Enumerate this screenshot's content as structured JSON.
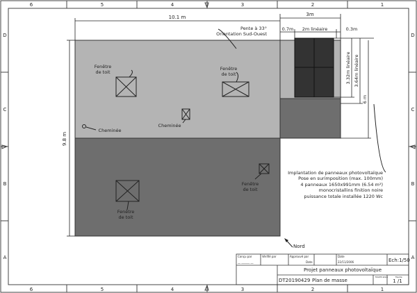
{
  "ruler": {
    "cols_top": [
      "6",
      "5",
      "4",
      "3",
      "2",
      "1"
    ],
    "cols_bottom": [
      "6",
      "5",
      "4",
      "3",
      "2",
      "1"
    ],
    "rows": [
      "D",
      "C",
      "B",
      "A"
    ]
  },
  "dims": {
    "width_total": "10.1 m",
    "width_right": "3m",
    "left_gap": "0.7m",
    "panel_width": "2m linéaire",
    "right_gap": "0.3m",
    "height_total": "9.8 m",
    "panel_height": "3.32m linéaire",
    "zone_height": "3.64m linéaire",
    "right_height": "6 m"
  },
  "labels": {
    "slope": "Pente à 33°",
    "orientation": "Orientation Sud-Ouest",
    "window1": "Fenêtre",
    "window2": "de toit",
    "chimney": "Cheminée",
    "north": "Nord"
  },
  "note": [
    "Implantation de panneaux photovoltaïque",
    "Pose en surimposition (max. 100mm)",
    "4 panneaux 1650x991mm (6.54 m²)",
    "monocristallins finition noire",
    "puissance totale installée 1220 Wc"
  ],
  "title_block": {
    "designed_by": "Conçu par",
    "designer": "__ ______ __",
    "verified_by": "Vérifié par",
    "approved_by": "Approuvé par",
    "date_label": "Date",
    "date_label2": "Date",
    "date": "22/11/2006",
    "scale": "Ech:1/50",
    "project": "Projet panneaux photovoltaïque",
    "ref": "DT20190429",
    "drawing": "Plan de masse",
    "modif": "Modification",
    "sheet_label": "Feuille",
    "sheet": "1 /1"
  },
  "colors": {
    "roof_light": "#b4b4b4",
    "roof_dark": "#6e6e6e",
    "panel": "#333333"
  }
}
